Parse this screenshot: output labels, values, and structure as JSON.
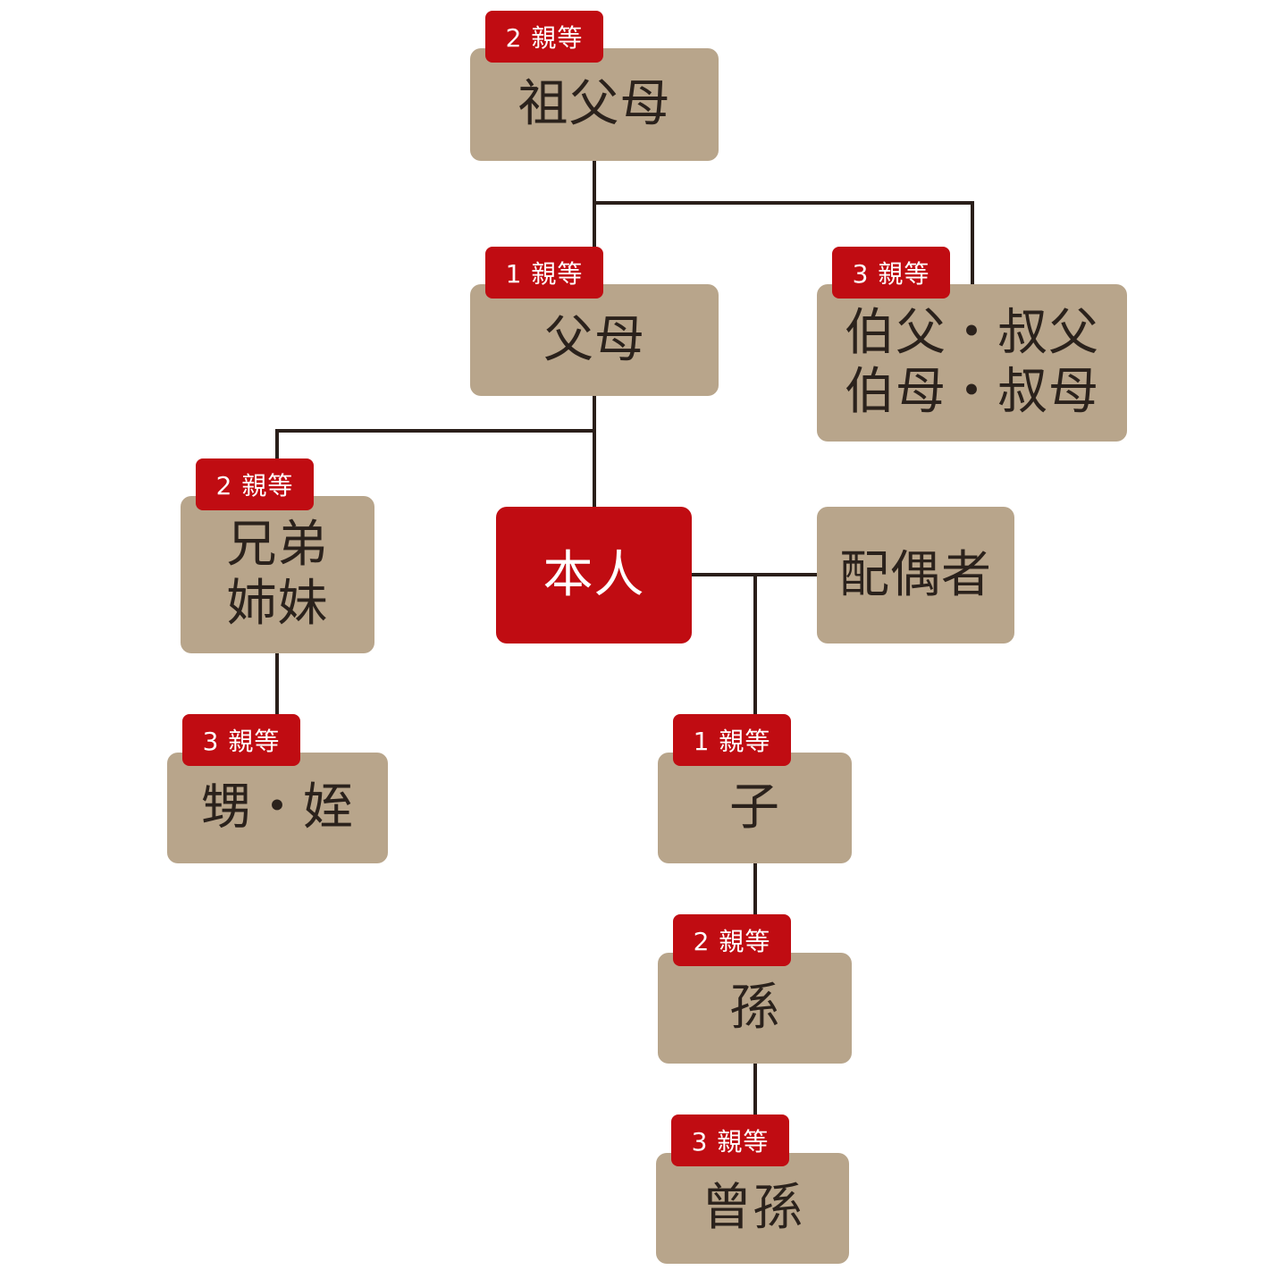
{
  "colors": {
    "node_fill": "#b8a58b",
    "self_fill": "#c00c12",
    "badge_fill": "#c00c12",
    "line": "#2a1f1a",
    "text_dark": "#2b221c",
    "text_light": "#ffffff"
  },
  "nodes": {
    "grandparents": {
      "lines": [
        "祖父母"
      ],
      "degree": "2 親等"
    },
    "parents": {
      "lines": [
        "父母"
      ],
      "degree": "1 親等"
    },
    "uncles_aunts": {
      "lines": [
        "伯父・叔父",
        "伯母・叔母"
      ],
      "degree": "3 親等"
    },
    "siblings": {
      "lines": [
        "兄弟",
        "姉妹"
      ],
      "degree": "2 親等"
    },
    "self": {
      "lines": [
        "本人"
      ]
    },
    "spouse": {
      "lines": [
        "配偶者"
      ]
    },
    "nephews_nieces": {
      "lines": [
        "甥・姪"
      ],
      "degree": "3 親等"
    },
    "child": {
      "lines": [
        "子"
      ],
      "degree": "1 親等"
    },
    "grandchild": {
      "lines": [
        "孫"
      ],
      "degree": "2 親等"
    },
    "great_grandchild": {
      "lines": [
        "曾孫"
      ],
      "degree": "3 親等"
    }
  }
}
